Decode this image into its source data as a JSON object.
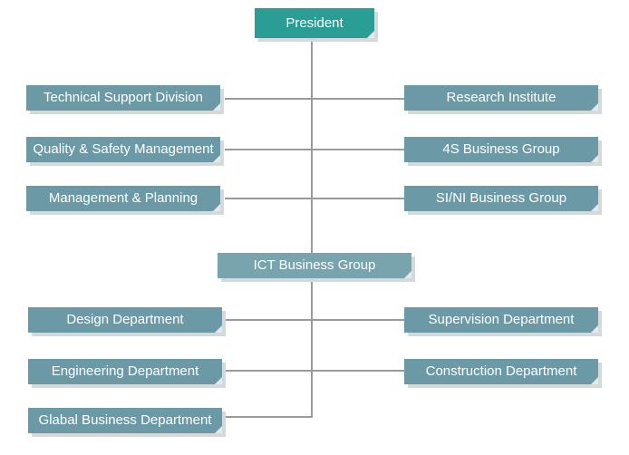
{
  "org_chart": {
    "president": "President",
    "left_divisions": [
      "Technical Support Division",
      "Quality & Safety Management",
      "Management & Planning"
    ],
    "right_divisions": [
      "Research Institute",
      "4S Business Group",
      "SI/NI Business Group"
    ],
    "ict_group": "ICT Business Group",
    "left_departments": [
      "Design Department",
      "Engineering Department",
      "Glabal Business Department"
    ],
    "right_departments": [
      "Supervision Department",
      "Construction Department"
    ]
  },
  "colors": {
    "president_box": "#2a9d94",
    "department_box": "#6b9aa6",
    "group_box": "#78a4ae",
    "connector": "#9a9a9a",
    "text": "#ffffff"
  }
}
